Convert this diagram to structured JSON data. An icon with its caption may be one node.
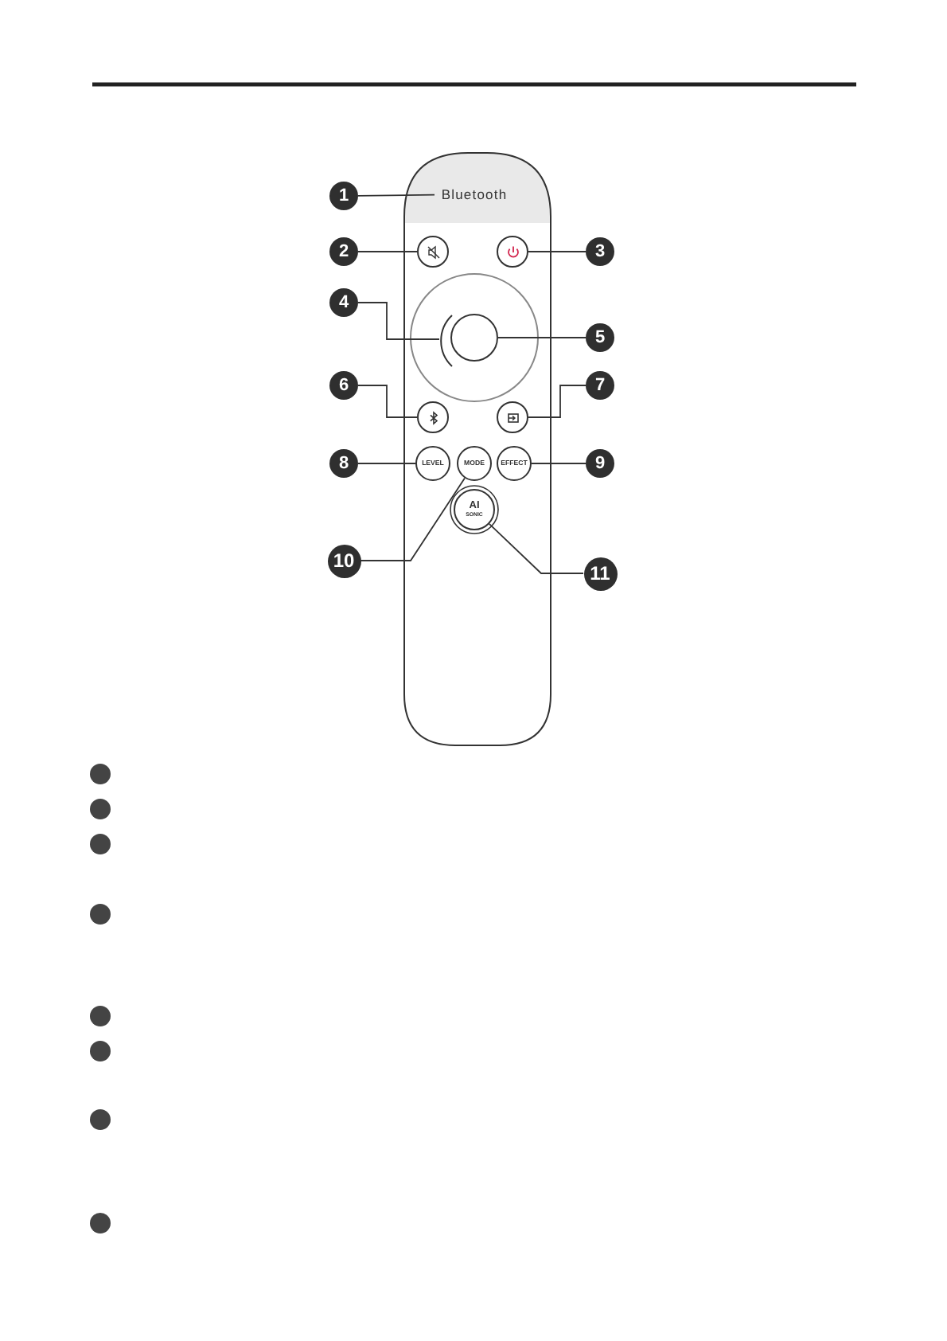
{
  "diagram": {
    "nodes": [
      {
        "text": [
          "1"
        ]
      },
      {
        "text": [
          "2"
        ]
      },
      {
        "text": [
          "3"
        ]
      },
      {
        "text": [
          "4"
        ]
      },
      {
        "text": [
          "5"
        ]
      },
      {
        "text": [
          "6"
        ]
      },
      {
        "text": [
          "7"
        ]
      },
      {
        "text": [
          "8"
        ]
      },
      {
        "text": [
          "9"
        ]
      },
      {
        "text": [
          "10"
        ]
      },
      {
        "text": [
          "11"
        ]
      },
      {
        "text": [
          "Bluetooth"
        ]
      },
      {
        "text": [],
        "shape": "circle"
      },
      {
        "text": [],
        "shape": "circle"
      },
      {
        "text": [],
        "shape": "arc"
      },
      {
        "text": [],
        "shape": "circle"
      },
      {
        "text": [],
        "shape": "circle"
      },
      {
        "text": [],
        "shape": "circle"
      },
      {
        "text": [
          "LEVEL"
        ]
      },
      {
        "text": [
          "MODE"
        ]
      },
      {
        "text": [
          "EFFECT"
        ]
      },
      {
        "text": [
          "AI",
          "SONIC"
        ]
      }
    ],
    "edges": [
      {
        "from": 0,
        "to": 11,
        "arrow": "none"
      },
      {
        "from": 1,
        "to": 12,
        "arrow": "none"
      },
      {
        "from": 2,
        "to": 13,
        "arrow": "none"
      },
      {
        "from": 3,
        "to": 14,
        "arrow": "none"
      },
      {
        "from": 4,
        "to": 15,
        "arrow": "none"
      },
      {
        "from": 5,
        "to": 16,
        "arrow": "none"
      },
      {
        "from": 6,
        "to": 17,
        "arrow": "none"
      },
      {
        "from": 7,
        "to": 18,
        "arrow": "none"
      },
      {
        "from": 8,
        "to": 20,
        "arrow": "none"
      },
      {
        "from": 9,
        "to": 19,
        "arrow": "none"
      },
      {
        "from": 10,
        "to": 21,
        "arrow": "none"
      }
    ]
  }
}
